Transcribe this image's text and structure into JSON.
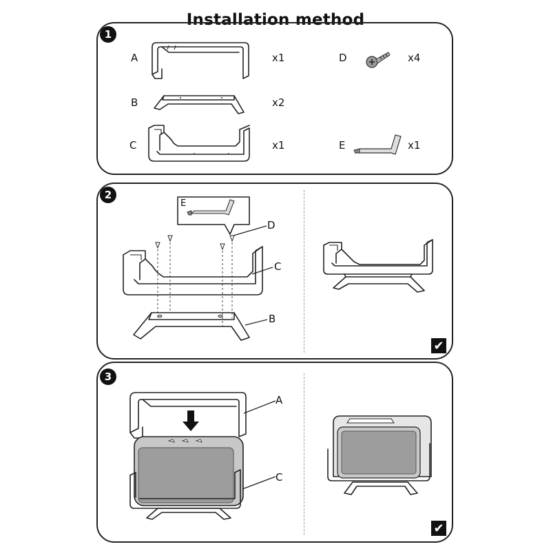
{
  "title": "Installation method",
  "steps": {
    "s1": {
      "number": "1"
    },
    "s2": {
      "number": "2"
    },
    "s3": {
      "number": "3"
    }
  },
  "parts": [
    {
      "letter": "A",
      "qty": "x1"
    },
    {
      "letter": "B",
      "qty": "x2"
    },
    {
      "letter": "C",
      "qty": "x1"
    },
    {
      "letter": "D",
      "qty": "x4"
    },
    {
      "letter": "E",
      "qty": "x1"
    }
  ],
  "step2_labels": {
    "e": "E",
    "d": "D",
    "c": "C",
    "b": "B"
  },
  "step3_labels": {
    "a": "A",
    "c": "C"
  },
  "check_mark": "✔",
  "icons": [
    "bracket-a-icon",
    "stand-b-icon",
    "holder-c-icon",
    "screw-d-icon",
    "hex-key-e-icon",
    "down-arrow-icon",
    "speaker-icon",
    "checkmark-icon"
  ]
}
